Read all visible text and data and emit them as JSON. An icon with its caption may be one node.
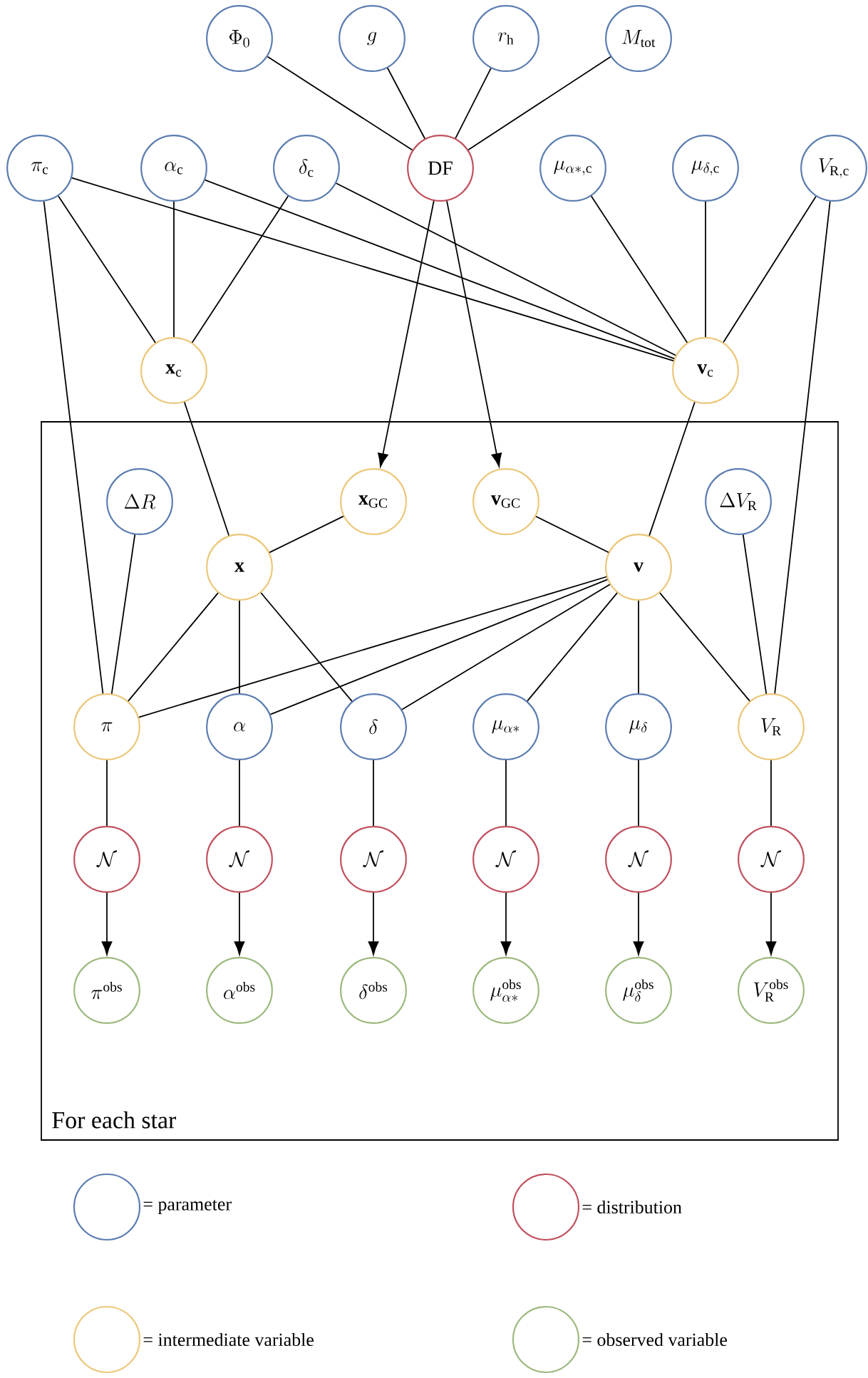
{
  "diagram": {
    "nodes": [
      {
        "text": [
          "\\Phi_0"
        ]
      },
      {
        "text": [
          "g"
        ]
      },
      {
        "text": [
          "r_{\\mathrm{h}}"
        ]
      },
      {
        "text": [
          "M_{\\mathrm{tot}}"
        ]
      },
      {
        "text": [
          "\\pi_{\\mathrm{c}}"
        ]
      },
      {
        "text": [
          "\\alpha_{\\mathrm{c}}"
        ]
      },
      {
        "text": [
          "\\delta_{\\mathrm{c}}"
        ]
      },
      {
        "text": [
          "\\mathrm{DF}"
        ]
      },
      {
        "text": [
          "\\mu_{\\alpha*,\\mathrm{c}}"
        ]
      },
      {
        "text": [
          "\\mu_{\\delta,\\mathrm{c}}"
        ]
      },
      {
        "text": [
          "V_{\\mathrm{R,c}}"
        ]
      },
      {
        "text": [
          "\\mathbf{x}_{\\mathrm{c}}"
        ]
      },
      {
        "text": [
          "\\mathbf{v}_{\\mathrm{c}}"
        ]
      },
      {
        "text": [
          "For each star"
        ]
      },
      {
        "text": [
          "\\Delta R"
        ],
        "in": 13
      },
      {
        "text": [
          "\\mathbf{x}_{\\mathrm{GC}}"
        ],
        "in": 13
      },
      {
        "text": [
          "\\mathbf{v}_{\\mathrm{GC}}"
        ],
        "in": 13
      },
      {
        "text": [
          "\\Delta V_{\\mathrm{R}}"
        ],
        "in": 13
      },
      {
        "text": [
          "\\mathbf{x}"
        ],
        "in": 13
      },
      {
        "text": [
          "\\mathbf{v}"
        ],
        "in": 13
      },
      {
        "text": [
          "\\pi"
        ],
        "in": 13
      },
      {
        "text": [
          "\\alpha"
        ],
        "in": 13
      },
      {
        "text": [
          "\\delta"
        ],
        "in": 13
      },
      {
        "text": [
          "\\mu_{\\alpha*}"
        ],
        "in": 13
      },
      {
        "text": [
          "\\mu_{\\delta}"
        ],
        "in": 13
      },
      {
        "text": [
          "V_{\\mathrm{R}}"
        ],
        "in": 13
      },
      {
        "text": [
          "\\mathcal{N}"
        ],
        "in": 13
      },
      {
        "text": [
          "\\mathcal{N}"
        ],
        "in": 13
      },
      {
        "text": [
          "\\mathcal{N}"
        ],
        "in": 13
      },
      {
        "text": [
          "\\mathcal{N}"
        ],
        "in": 13
      },
      {
        "text": [
          "\\mathcal{N}"
        ],
        "in": 13
      },
      {
        "text": [
          "\\mathcal{N}"
        ],
        "in": 13
      },
      {
        "text": [
          "\\pi^{\\mathrm{obs}}"
        ],
        "in": 13
      },
      {
        "text": [
          "\\alpha^{\\mathrm{obs}}"
        ],
        "in": 13
      },
      {
        "text": [
          "\\delta^{\\mathrm{obs}}"
        ],
        "in": 13
      },
      {
        "text": [
          "\\mu_{\\alpha*}^{\\mathrm{obs}}"
        ],
        "in": 13
      },
      {
        "text": [
          "\\mu_{\\delta}^{\\mathrm{obs}}"
        ],
        "in": 13
      },
      {
        "text": [
          "V_{\\mathrm{R}}^{\\mathrm{obs}}"
        ],
        "in": 13
      }
    ],
    "edges": [
      {
        "from": 0,
        "to": 7,
        "arrow": "none"
      },
      {
        "from": 1,
        "to": 7,
        "arrow": "none"
      },
      {
        "from": 2,
        "to": 7,
        "arrow": "none"
      },
      {
        "from": 3,
        "to": 7,
        "arrow": "none"
      },
      {
        "from": 4,
        "to": 11,
        "arrow": "none"
      },
      {
        "from": 4,
        "to": 12,
        "arrow": "none"
      },
      {
        "from": 4,
        "to": 20,
        "arrow": "none"
      },
      {
        "from": 5,
        "to": 11,
        "arrow": "none"
      },
      {
        "from": 5,
        "to": 12,
        "arrow": "none"
      },
      {
        "from": 6,
        "to": 11,
        "arrow": "none"
      },
      {
        "from": 6,
        "to": 12,
        "arrow": "none"
      },
      {
        "from": 7,
        "to": 15,
        "arrow": "to"
      },
      {
        "from": 7,
        "to": 16,
        "arrow": "to"
      },
      {
        "from": 8,
        "to": 12,
        "arrow": "none"
      },
      {
        "from": 9,
        "to": 12,
        "arrow": "none"
      },
      {
        "from": 10,
        "to": 12,
        "arrow": "none"
      },
      {
        "from": 10,
        "to": 25,
        "arrow": "none"
      },
      {
        "from": 11,
        "to": 18,
        "arrow": "none"
      },
      {
        "from": 12,
        "to": 19,
        "arrow": "none"
      },
      {
        "from": 15,
        "to": 18,
        "arrow": "none"
      },
      {
        "from": 16,
        "to": 19,
        "arrow": "none"
      },
      {
        "from": 14,
        "to": 20,
        "arrow": "none"
      },
      {
        "from": 17,
        "to": 25,
        "arrow": "none"
      },
      {
        "from": 18,
        "to": 20,
        "arrow": "none"
      },
      {
        "from": 18,
        "to": 21,
        "arrow": "none"
      },
      {
        "from": 18,
        "to": 22,
        "arrow": "none"
      },
      {
        "from": 19,
        "to": 20,
        "arrow": "none"
      },
      {
        "from": 19,
        "to": 21,
        "arrow": "none"
      },
      {
        "from": 19,
        "to": 22,
        "arrow": "none"
      },
      {
        "from": 19,
        "to": 23,
        "arrow": "none"
      },
      {
        "from": 19,
        "to": 24,
        "arrow": "none"
      },
      {
        "from": 19,
        "to": 25,
        "arrow": "none"
      },
      {
        "from": 20,
        "to": 26,
        "arrow": "none"
      },
      {
        "from": 21,
        "to": 27,
        "arrow": "none"
      },
      {
        "from": 22,
        "to": 28,
        "arrow": "none"
      },
      {
        "from": 23,
        "to": 29,
        "arrow": "none"
      },
      {
        "from": 24,
        "to": 30,
        "arrow": "none"
      },
      {
        "from": 25,
        "to": 31,
        "arrow": "none"
      },
      {
        "from": 26,
        "to": 32,
        "arrow": "to"
      },
      {
        "from": 27,
        "to": 33,
        "arrow": "to"
      },
      {
        "from": 28,
        "to": 34,
        "arrow": "to"
      },
      {
        "from": 29,
        "to": 35,
        "arrow": "to"
      },
      {
        "from": 30,
        "to": 36,
        "arrow": "to"
      },
      {
        "from": 31,
        "to": 37,
        "arrow": "to"
      }
    ],
    "legend": [
      {
        "text": "= parameter",
        "color": "#5b7db1"
      },
      {
        "text": "= distribution",
        "color": "#c0505e"
      },
      {
        "text": "= intermediate variable",
        "color": "#ebc77a"
      },
      {
        "text": "= observed variable",
        "color": "#9cb97e"
      }
    ]
  }
}
